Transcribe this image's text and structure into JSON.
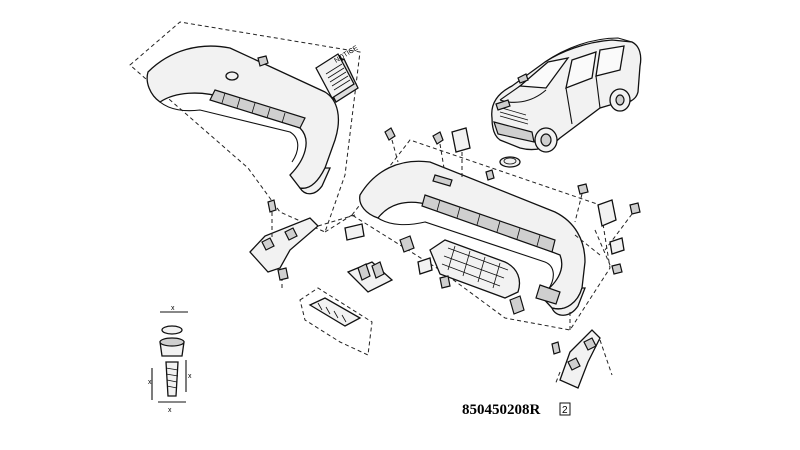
{
  "diagram": {
    "part_reference": "850450208R",
    "badge": "2",
    "manual_label": "NOTICE",
    "dimension_marks": [
      "x",
      "x",
      "x",
      "x"
    ],
    "colors": {
      "ink": "#111111",
      "paper": "#ffffff",
      "fill": "#f2f2f2",
      "shade": "#cfcfcf"
    }
  }
}
